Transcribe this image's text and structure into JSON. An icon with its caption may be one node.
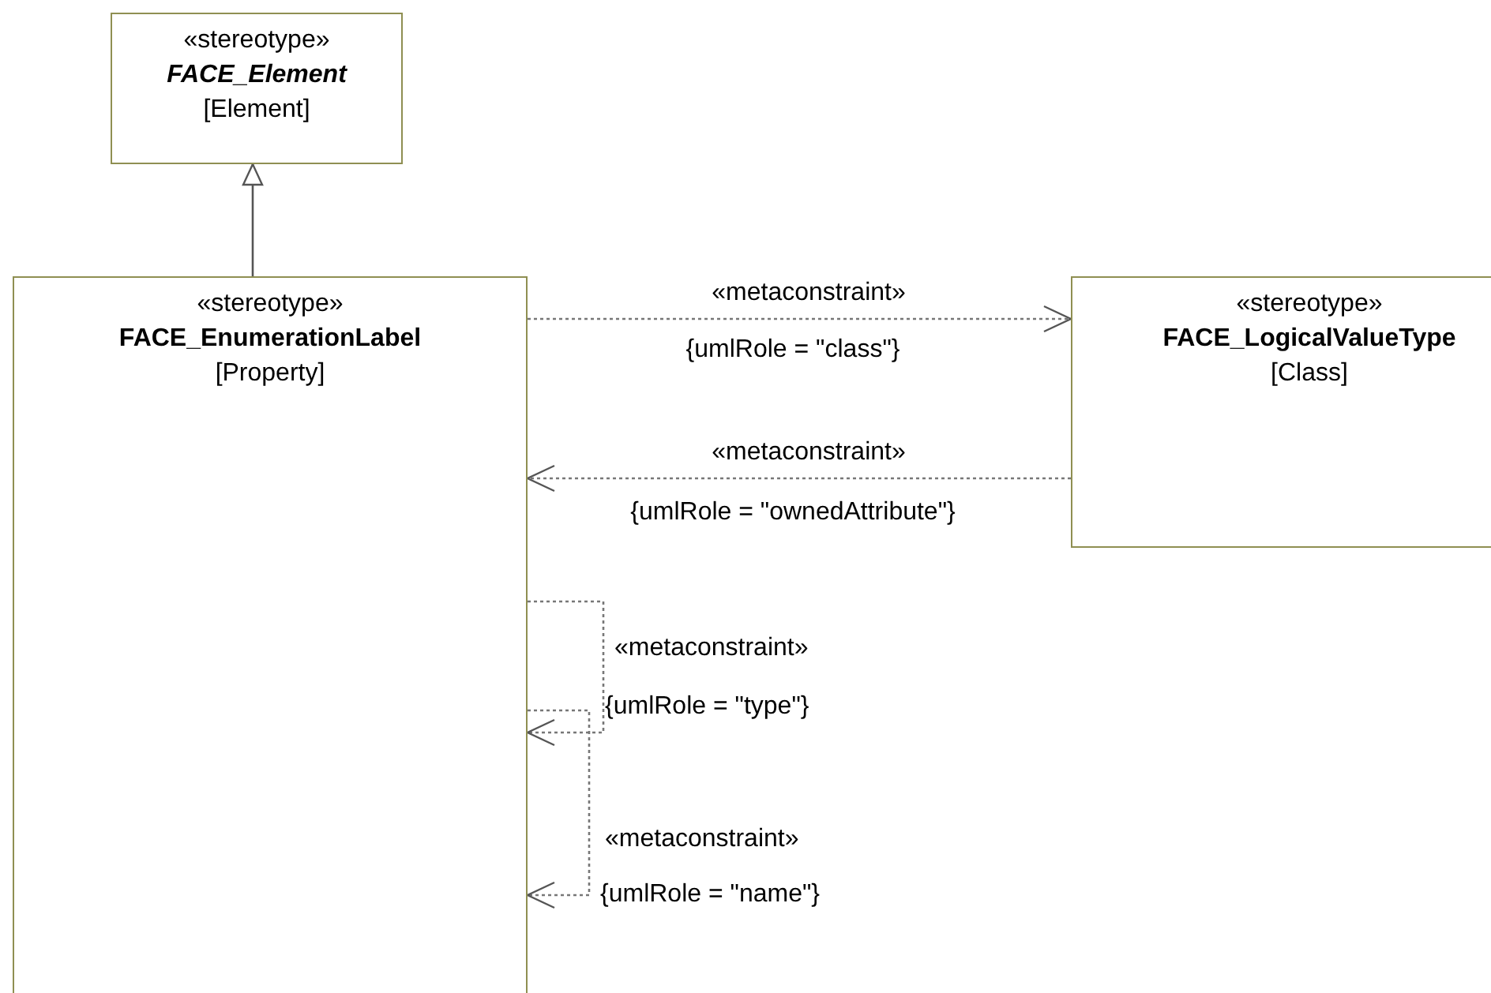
{
  "diagram": {
    "nodes": [
      {
        "text": [
          "«stereotype»",
          "FACE_Element",
          "[Element]"
        ]
      },
      {
        "text": [
          "«stereotype»",
          "FACE_EnumerationLabel",
          "[Property]"
        ]
      },
      {
        "text": [
          "«stereotype»",
          "FACE_LogicalValueType",
          "[Class]"
        ]
      }
    ],
    "edges": [
      {
        "from": 1,
        "to": 0,
        "arrow": "to"
      },
      {
        "from": 1,
        "to": 2,
        "arrow": "to",
        "style": "dashed",
        "label": "«metaconstraint»"
      },
      {
        "from": 2,
        "to": 1,
        "arrow": "to",
        "style": "dashed",
        "label": "«metaconstraint»"
      },
      {
        "from": 1,
        "to": 1,
        "arrow": "to",
        "style": "dashed",
        "label": "«metaconstraint»"
      },
      {
        "from": 1,
        "to": 1,
        "arrow": "to",
        "style": "dashed",
        "label": "«metaconstraint»"
      }
    ],
    "labels": [
      "{umlRole = \"class\"}",
      "{umlRole = \"ownedAttribute\"}",
      "{umlRole = \"type\"}",
      "{umlRole = \"name\"}"
    ]
  }
}
